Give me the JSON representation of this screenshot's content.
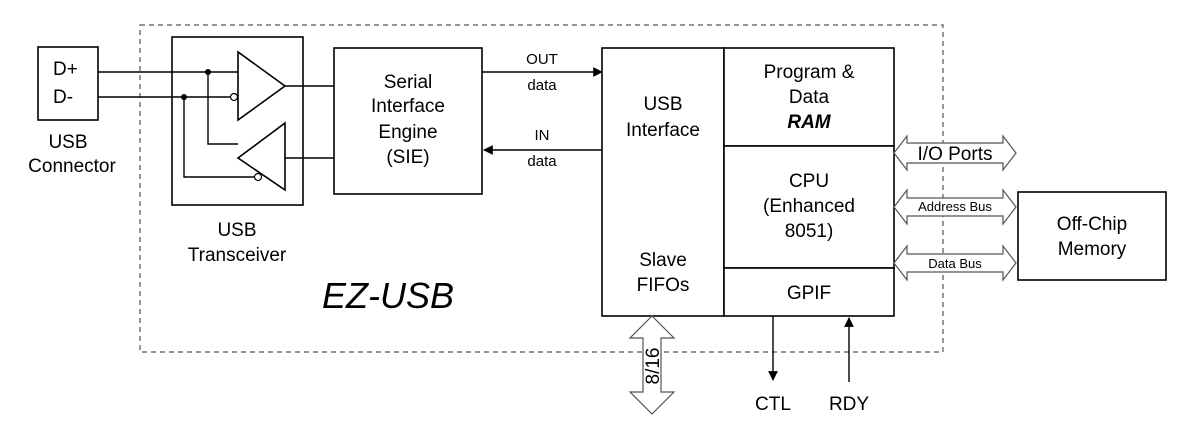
{
  "connector": {
    "pins": [
      "D+",
      "D-"
    ],
    "label": [
      "USB",
      "Connector"
    ]
  },
  "transceiver": {
    "label": [
      "USB",
      "Transceiver"
    ]
  },
  "sie": {
    "lines": [
      "Serial",
      "Interface",
      "Engine",
      "(SIE)"
    ]
  },
  "signals": {
    "out": [
      "OUT",
      "data"
    ],
    "in": [
      "IN",
      "data"
    ]
  },
  "usb_interface": {
    "lines": [
      "USB",
      "Interface"
    ]
  },
  "slave_fifos": {
    "lines": [
      "Slave",
      "FIFOs"
    ]
  },
  "ram": {
    "lines": [
      "Program &",
      "Data"
    ],
    "emphasis": "RAM"
  },
  "cpu": {
    "lines": [
      "CPU",
      "(Enhanced",
      "8051)"
    ]
  },
  "gpif": {
    "label": "GPIF"
  },
  "buses": {
    "io_ports": "I/O Ports",
    "address_bus": "Address Bus",
    "data_bus": "Data Bus",
    "fifo_width": "8/16"
  },
  "memory": {
    "lines": [
      "Off-Chip",
      "Memory"
    ]
  },
  "ctl": "CTL",
  "rdy": "RDY",
  "chip_name": "EZ-USB"
}
